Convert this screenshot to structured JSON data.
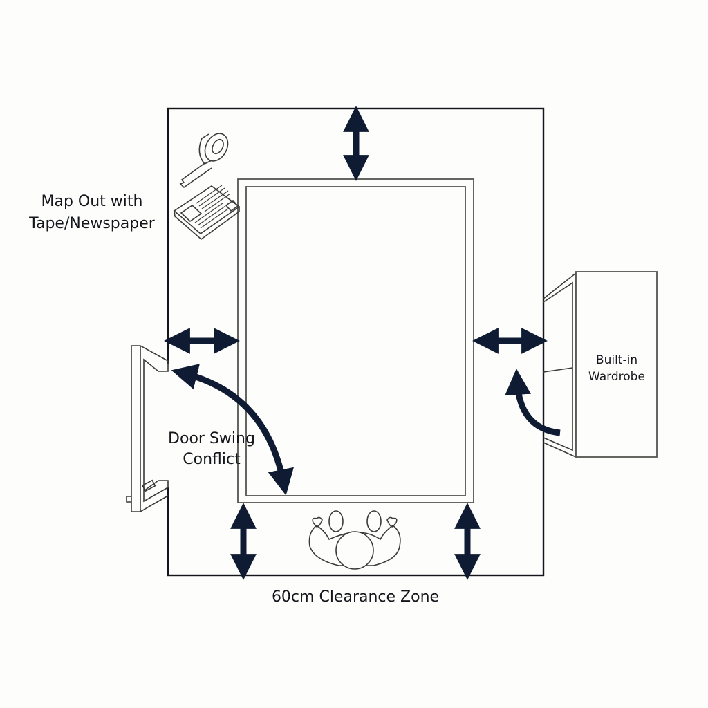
{
  "labels": {
    "map_out_line1": "Map Out with",
    "map_out_line2": "Tape/Newspaper",
    "door_line1": "Door Swing",
    "door_line2": "Conflict",
    "wardrobe_line1": "Built-in",
    "wardrobe_line2": "Wardrobe",
    "clearance": "60cm Clearance Zone"
  },
  "colors": {
    "arrow": "#0f1b33",
    "outline": "#14161c",
    "background": "#fdfdfb"
  },
  "icons": [
    "tape-roll-icon",
    "newspaper-icon",
    "person-top-view-icon",
    "double-arrow-icon",
    "curved-arrow-icon"
  ]
}
